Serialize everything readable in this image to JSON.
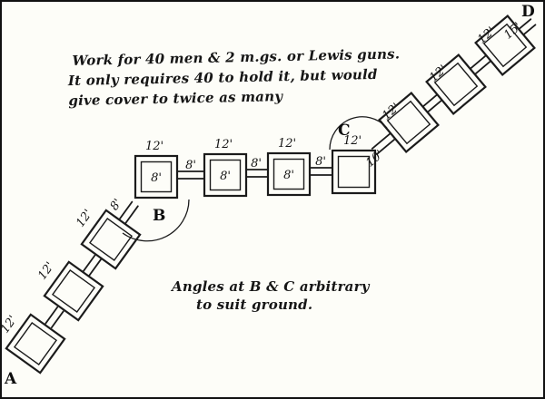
{
  "diagram": {
    "corners": {
      "a": "A",
      "b": "B",
      "c": "C",
      "d": "D"
    },
    "dims": {
      "square_side": "12'",
      "square_inner": "8'",
      "link": "8'",
      "link_at_c": "10'",
      "link_at_d": "15'"
    },
    "notes": {
      "capacity_line1": "Work for 40 men & 2 m.gs. or Lewis guns.",
      "capacity_line2": "It only requires 40 to hold it, but would",
      "capacity_line3": "give cover to twice as many",
      "angles_line1": "Angles at B & C arbitrary",
      "angles_line2": "to suit ground."
    }
  }
}
